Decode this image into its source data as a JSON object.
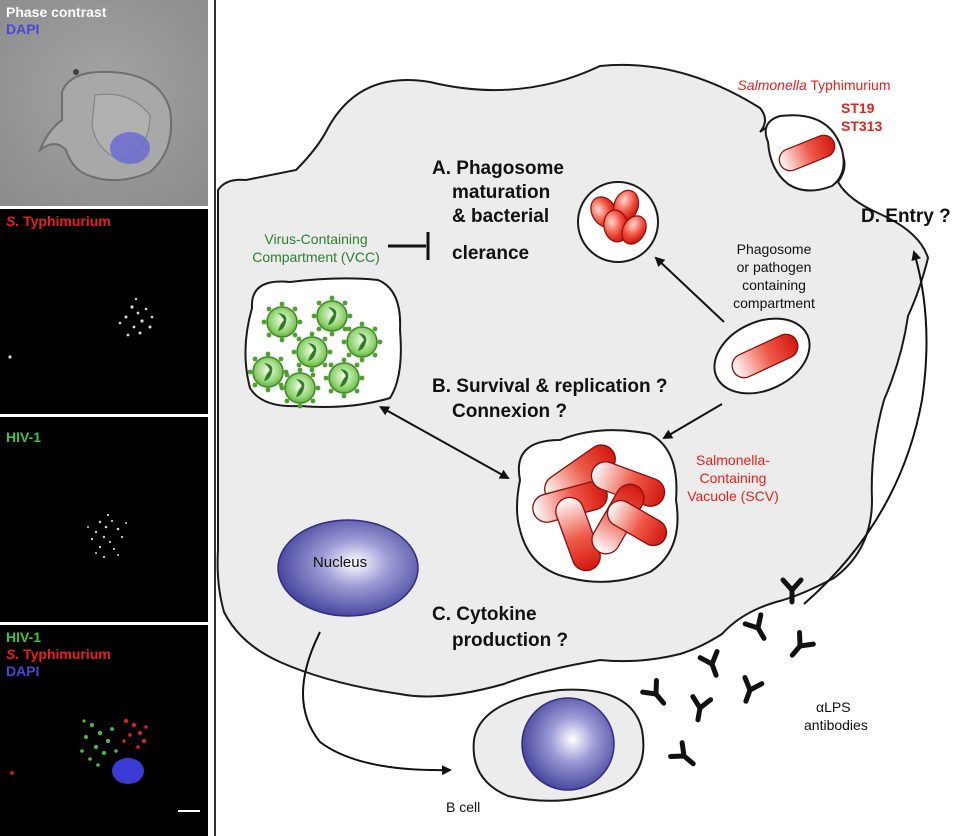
{
  "panels": {
    "phase": {
      "line1": "Phase contrast",
      "line2": "DAPI"
    },
    "salmonella": {
      "italic": "S.",
      "rest": " Typhimurium"
    },
    "hiv": {
      "label": "HIV-1"
    },
    "merge": {
      "line1": "HIV-1",
      "line2_italic": "S.",
      "line2_rest": " Typhimurium",
      "line3": "DAPI"
    }
  },
  "diagram": {
    "bacterium": {
      "italic": "Salmonella",
      "rest": " Typhimurium"
    },
    "strains": [
      "ST19",
      "ST313"
    ],
    "phagosome_title": [
      "A. Phagosome",
      "maturation",
      "& bacterial",
      "clerance"
    ],
    "vcc_label": [
      "Virus-Containing",
      "Compartment (VCC)"
    ],
    "phagosome_label": [
      "Phagosome",
      "or pathogen",
      "containing",
      "compartment"
    ],
    "entry_label": "D. Entry ?",
    "survival_label": [
      "B. Survival & replication ?",
      "Connexion ?"
    ],
    "scv_label": [
      "Salmonella-",
      "Containing",
      "Vacuole (SCV)"
    ],
    "nucleus_label": "Nucleus",
    "cytokine_label": [
      "C. Cytokine",
      "production ?"
    ],
    "bcell_label": "B cell",
    "antibody_label": [
      "αLPS",
      "antibodies"
    ]
  },
  "colors": {
    "cell_fill": "#ececec",
    "salmonella_red": "#e8211c",
    "vcc_green": "#2e7d32",
    "virus_green": "#6dbf3f",
    "nucleus_blue": "#4b4aa3",
    "hiv_green": "#3fc43f",
    "dapi_blue": "#3b3bd6"
  }
}
